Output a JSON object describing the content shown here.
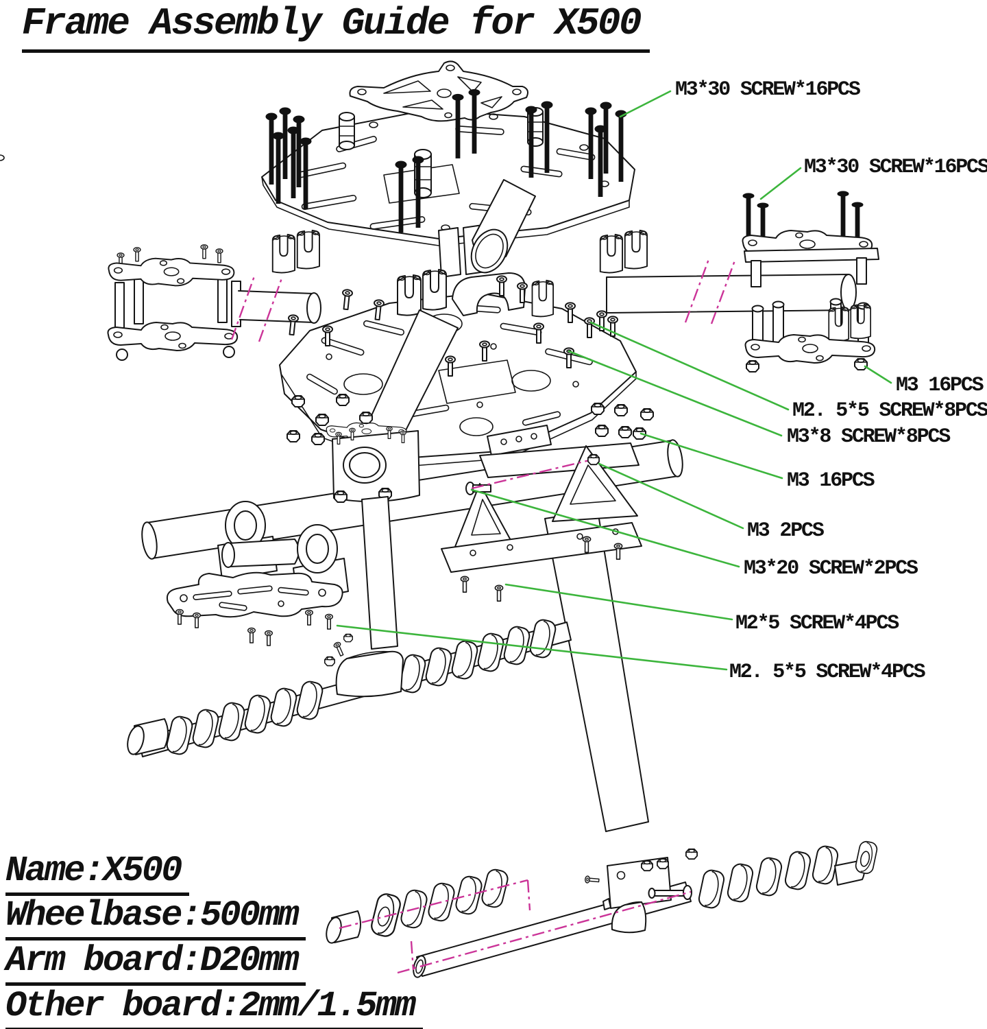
{
  "title": {
    "text": "Frame Assembly Guide for X500"
  },
  "callouts": [
    {
      "id": "screws-top",
      "text": "M3*30 SCREW*16PCS"
    },
    {
      "id": "screws-right",
      "text": "M3*30 SCREW*16PCS"
    },
    {
      "id": "nuts-right-mount",
      "text": "M3 16PCS"
    },
    {
      "id": "screws-m25x5-8",
      "text": "M2. 5*5 SCREW*8PCS"
    },
    {
      "id": "screws-m3x8-8",
      "text": "M3*8 SCREW*8PCS"
    },
    {
      "id": "nuts-center",
      "text": "M3 16PCS"
    },
    {
      "id": "nuts-m3-2",
      "text": "M3 2PCS"
    },
    {
      "id": "screws-m3x20-2",
      "text": "M3*20 SCREW*2PCS"
    },
    {
      "id": "screws-m2x5-4",
      "text": "M2*5 SCREW*4PCS"
    },
    {
      "id": "screws-m25x5-4",
      "text": "M2. 5*5 SCREW*4PCS"
    }
  ],
  "specs": {
    "name": "Name:X500",
    "wheelbase": "Wheelbase:500mm",
    "arm_board": "Arm board:D20mm",
    "other_board": "Other board:2mm/1.5mm"
  },
  "colors": {
    "leader_green": "#3cb53c",
    "centerline_magenta": "#cb3498",
    "ink": "#151515"
  }
}
